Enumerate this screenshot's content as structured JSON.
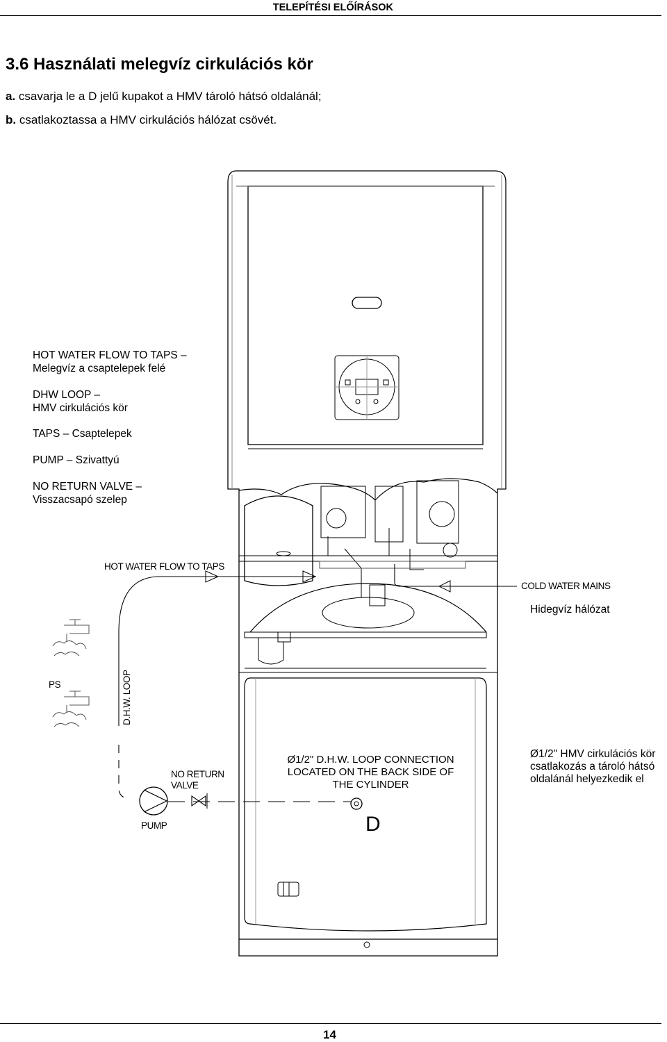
{
  "header": {
    "title": "TELEPÍTÉSI ELŐÍRÁSOK"
  },
  "section": {
    "title": "3.6 Használati melegvíz cirkulációs kör",
    "steps": [
      {
        "letter": "a.",
        "text": " csavarja le a D jelű kupakot a HMV tároló hátsó oldalánál;"
      },
      {
        "letter": "b.",
        "text": " csatlakoztassa a HMV cirkulációs hálózat csövét."
      }
    ]
  },
  "legend": {
    "hot_water_en": "HOT WATER FLOW TO TAPS –",
    "hot_water_hu": "Melegvíz a csaptelepek felé",
    "dhw_loop_en": "DHW LOOP –",
    "dhw_loop_hu": "HMV cirkulációs kör",
    "taps": "TAPS – Csaptelepek",
    "pump": "PUMP – Szivattyú",
    "nrv_en": "NO RETURN VALVE –",
    "nrv_hu": "Visszacsapó szelep"
  },
  "diagram": {
    "hot_water_flow": "HOT WATER FLOW TO TAPS",
    "cold_water_mains": "COLD WATER MAINS",
    "cold_water_hu": "Hidegvíz hálózat",
    "taps_partial": "PS",
    "dhw_loop_vertical": "D.H.W. LOOP",
    "no_return_l1": "NO RETURN",
    "no_return_l2": "VALVE",
    "pump": "PUMP",
    "conn_en_l1": "Ø1/2\" D.H.W. LOOP CONNECTION",
    "conn_en_l2": "LOCATED ON THE BACK SIDE OF",
    "conn_en_l3": "THE CYLINDER",
    "conn_hu_l1": "Ø1/2\" HMV cirkulációs kör",
    "conn_hu_l2": "csatlakozás a tároló hátsó",
    "conn_hu_l3": "oldalánál helyezkedik el",
    "d_label": "D"
  },
  "footer": {
    "page": "14"
  }
}
